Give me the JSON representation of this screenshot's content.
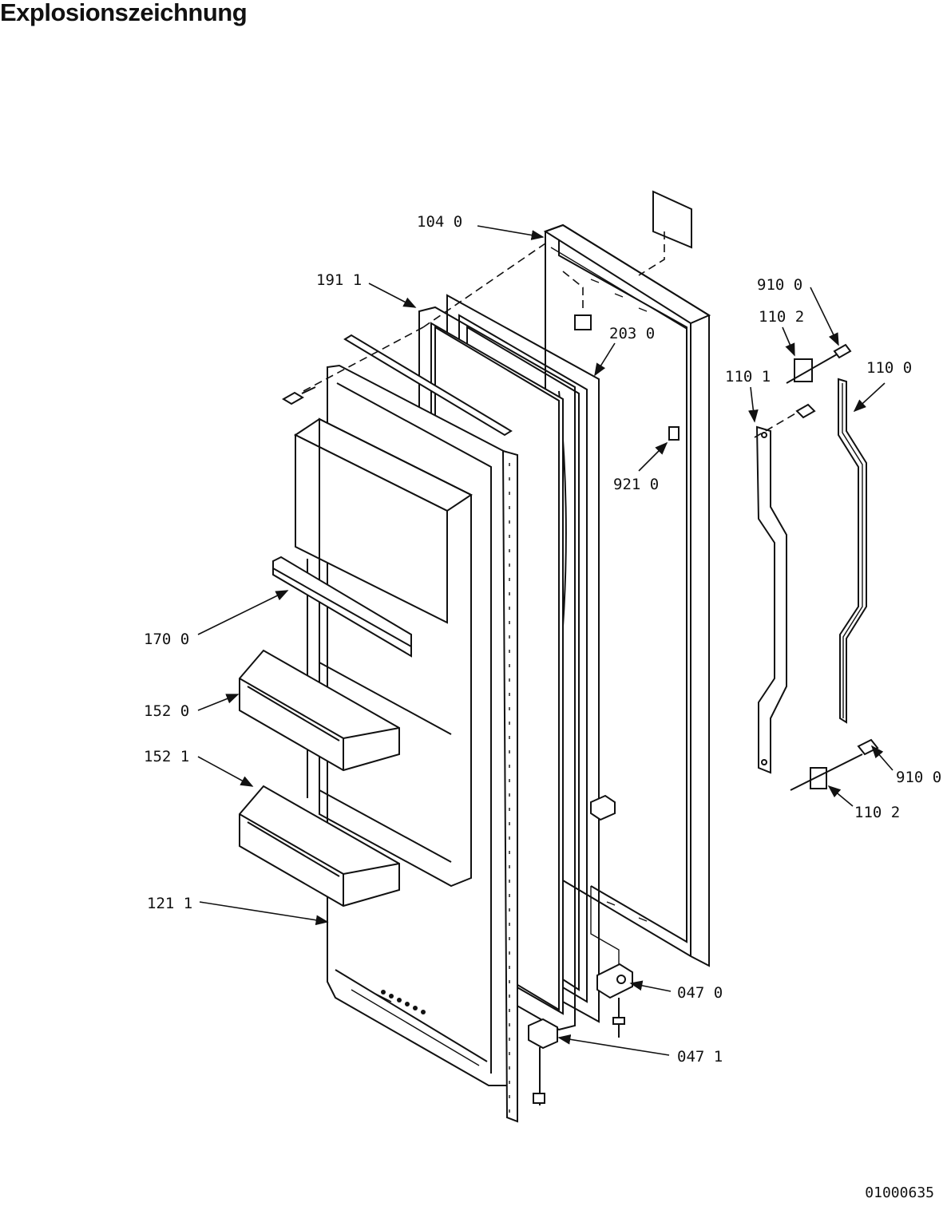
{
  "header": {
    "title": "Explosionszeichnung"
  },
  "footer": {
    "doc_number": "01000635"
  },
  "parts": {
    "p104_0": "104 0",
    "p191_1": "191 1",
    "p203_0": "203 0",
    "p921_0": "921 0",
    "p910_0_top": "910 0",
    "p110_2_top": "110 2",
    "p110_1": "110 1",
    "p110_0": "110 0",
    "p170_0": "170 0",
    "p152_0": "152 0",
    "p152_1": "152 1",
    "p121_1": "121 1",
    "p910_0_bottom": "910 0",
    "p110_2_bottom": "110 2",
    "p047_0": "047 0",
    "p047_1": "047 1"
  }
}
